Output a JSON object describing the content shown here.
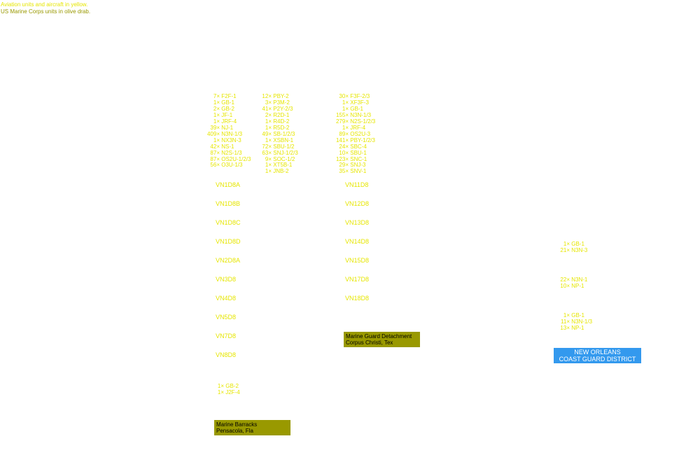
{
  "legend": {
    "line1": "Aviation units and aircraft in yellow.",
    "line2": "US Marine Corps units in olive drab."
  },
  "colors": {
    "aviation": "#e6e600",
    "marine": "#999900",
    "coast_guard": "#3399ee"
  },
  "aircraft_col1": [
    {
      "count": "7×",
      "type": "F2F-1"
    },
    {
      "count": "1×",
      "type": "GB-1"
    },
    {
      "count": "2×",
      "type": "GB-2"
    },
    {
      "count": "1×",
      "type": "JF-1"
    },
    {
      "count": "1×",
      "type": "JRF-4"
    },
    {
      "count": "39×",
      "type": "NJ-1"
    },
    {
      "count": "409×",
      "type": "N3N-1/3"
    },
    {
      "count": "1×",
      "type": "NX3N-3"
    },
    {
      "count": "42×",
      "type": "NS-1"
    },
    {
      "count": "87×",
      "type": "N2S-1/3"
    },
    {
      "count": "87×",
      "type": "OS2U-1/2/3"
    },
    {
      "count": "56×",
      "type": "O3U-1/3"
    }
  ],
  "aircraft_col2": [
    {
      "count": "12×",
      "type": "PBY-2"
    },
    {
      "count": "3×",
      "type": "P3M-2"
    },
    {
      "count": "41×",
      "type": "P2Y-2/3"
    },
    {
      "count": "2×",
      "type": "R2D-1"
    },
    {
      "count": "1×",
      "type": "R4D-2"
    },
    {
      "count": "1×",
      "type": "R5D-2"
    },
    {
      "count": "49×",
      "type": "SB-1/2/3"
    },
    {
      "count": "1×",
      "type": "XSBN-1"
    },
    {
      "count": "72×",
      "type": "SBU-1/2"
    },
    {
      "count": "63×",
      "type": "SNJ-1/2/3"
    },
    {
      "count": "9×",
      "type": "SOC-1/2"
    },
    {
      "count": "1×",
      "type": "XT5B-1"
    },
    {
      "count": "1×",
      "type": "JNB-2"
    }
  ],
  "aircraft_col3": [
    {
      "count": "30×",
      "type": "F3F-2/3"
    },
    {
      "count": "1×",
      "type": "XF3F-3"
    },
    {
      "count": "1×",
      "type": "GB-1"
    },
    {
      "count": "155×",
      "type": "N3N-1/3"
    },
    {
      "count": "279×",
      "type": "N2S-1/2/3"
    },
    {
      "count": "1×",
      "type": "JRF-4"
    },
    {
      "count": "89×",
      "type": "OS2U-3"
    },
    {
      "count": "141×",
      "type": "PBY-1/2/3"
    },
    {
      "count": "24×",
      "type": "SBC-4"
    },
    {
      "count": "10×",
      "type": "SBU-1"
    },
    {
      "count": "123×",
      "type": "SNC-1"
    },
    {
      "count": "29×",
      "type": "SNJ-3"
    },
    {
      "count": "35×",
      "type": "SNV-1"
    }
  ],
  "squadrons_left": [
    "VN1D8A",
    "VN1D8B",
    "VN1D8C",
    "VN1D8D",
    "VN2D8A",
    "VN3D8",
    "VN4D8",
    "VN5D8",
    "VN7D8",
    "VN8D8"
  ],
  "squadrons_right": [
    "VN11D8",
    "VN12D8",
    "VN13D8",
    "VN14D8",
    "VN15D8",
    "VN17D8",
    "VN18D8"
  ],
  "pensacola_aircraft": [
    {
      "count": "1×",
      "type": "GB-2"
    },
    {
      "count": "1×",
      "type": "J2F-4"
    }
  ],
  "marine_barracks": {
    "line1": "Marine Barracks",
    "line2": "Pensacola, Fla"
  },
  "marine_guard": {
    "line1": "Marine Guard Detachment",
    "line2": "Corpus Christi, Tex"
  },
  "cg_group1": [
    {
      "count": "1×",
      "type": "GB-1"
    },
    {
      "count": "21×",
      "type": "N3N-3"
    }
  ],
  "cg_group2": [
    {
      "count": "22×",
      "type": "N3N-1"
    },
    {
      "count": "10×",
      "type": "NP-1"
    }
  ],
  "cg_group3": [
    {
      "count": "1×",
      "type": "GB-1"
    },
    {
      "count": "11×",
      "type": "N3N-1/3"
    },
    {
      "count": "13×",
      "type": "NP-1"
    }
  ],
  "coast_guard": {
    "line1": "NEW ORLEANS",
    "line2": "COAST GUARD DISTRICT"
  }
}
